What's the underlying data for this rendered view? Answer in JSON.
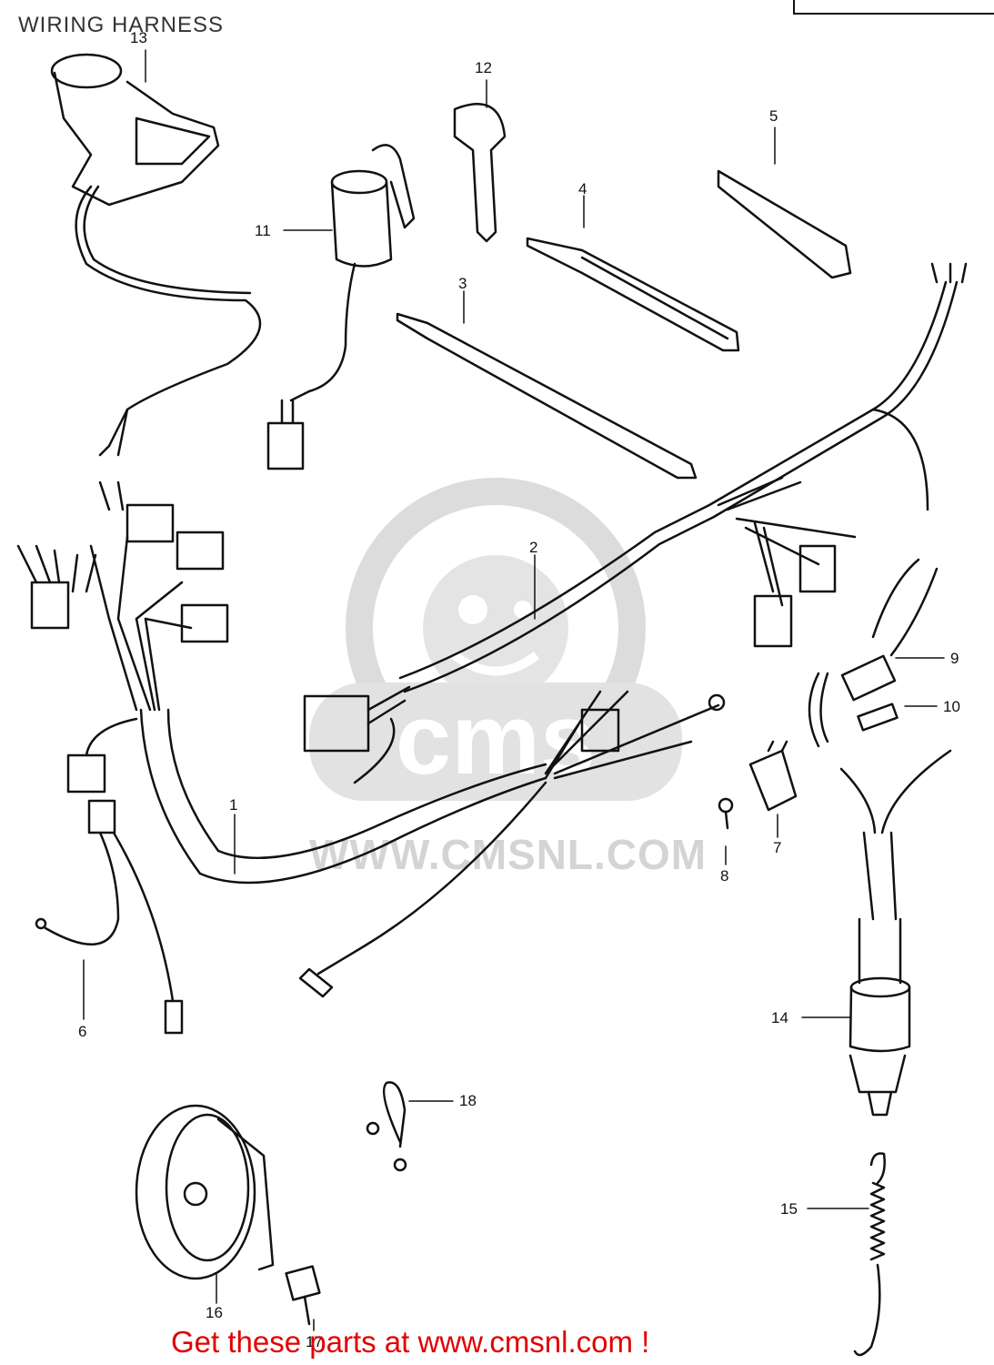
{
  "title": "WIRING HARNESS",
  "footer": "Get these parts at www.cmsnl.com !",
  "watermark": {
    "text": "WWW.CMSNL.COM",
    "color": "#d4d4d4"
  },
  "callouts": [
    "1",
    "2",
    "3",
    "4",
    "5",
    "6",
    "7",
    "8",
    "9",
    "10",
    "11",
    "12",
    "13",
    "14",
    "15",
    "16",
    "17",
    "18"
  ],
  "colors": {
    "line": "#111111",
    "footer": "#e10000",
    "watermark": "#d4d4d4"
  }
}
